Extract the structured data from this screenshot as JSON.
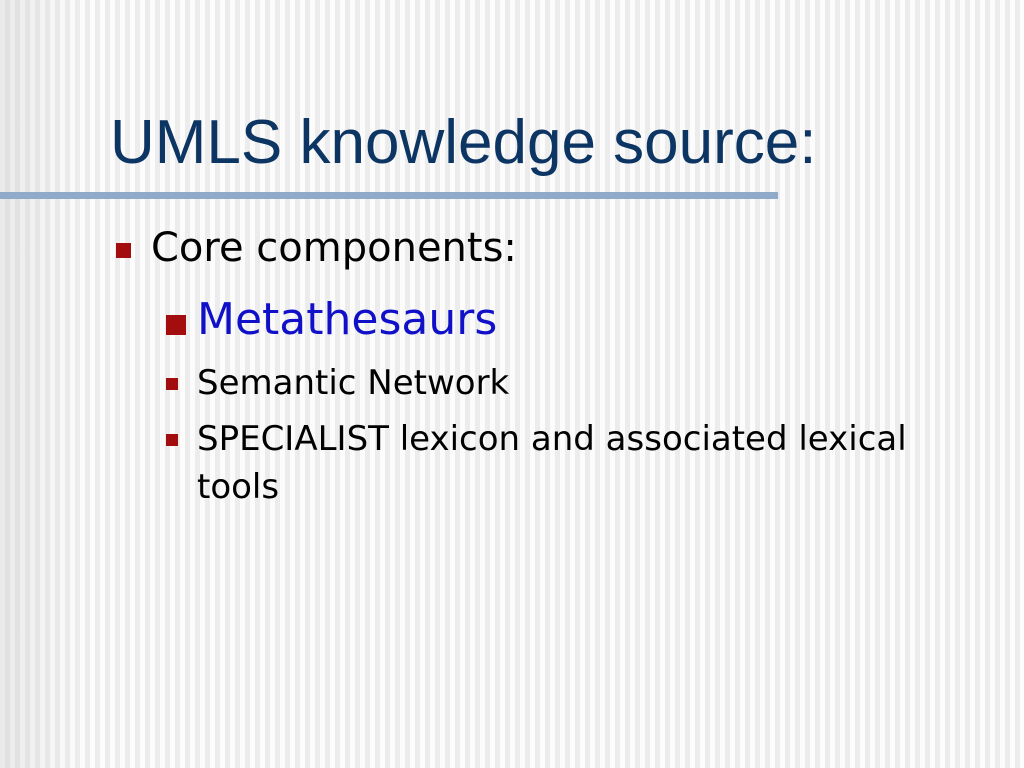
{
  "slide": {
    "title": "UMLS knowledge source:",
    "bullets": {
      "core": "Core components:",
      "metathesaurus": "Metathesaurs",
      "semantic_network": "Semantic Network",
      "specialist": "SPECIALIST lexicon and associated lexical tools"
    }
  },
  "colors": {
    "title": "#0c3563",
    "rule": "#8fabc9",
    "bullet_marker": "#a30d0d",
    "highlight_text": "#1010c8"
  }
}
